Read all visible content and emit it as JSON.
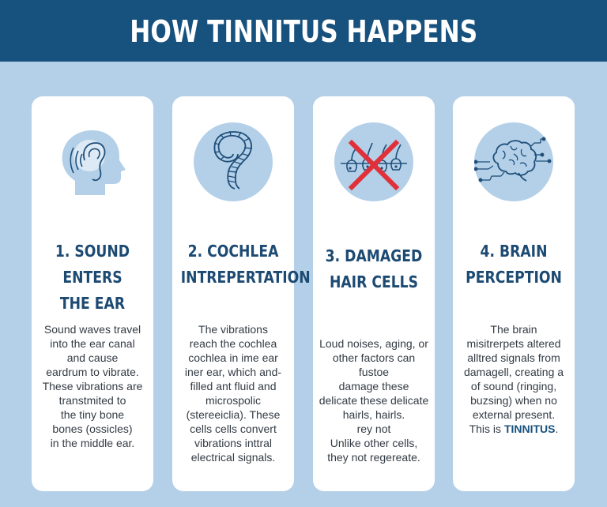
{
  "header": {
    "title": "HOW TINNITUS HAPPENS"
  },
  "colors": {
    "header_bg": "#17517e",
    "page_bg": "#b4d0e8",
    "card_bg": "#ffffff",
    "heading": "#1c4a72",
    "icon_circle": "#b4d0e8",
    "icon_stroke": "#1f4f7a",
    "cross": "#e0313b"
  },
  "cards": [
    {
      "icon": "head-ear-icon",
      "heading_lines": [
        "1. SOUND",
        "ENTERS",
        "THE EAR"
      ],
      "body_lines": [
        "Sound waves travel",
        "into the ear canal",
        "and cause",
        "eardrum to vibrate.",
        "These vibrations are",
        "transtmited to",
        "the tiny bone",
        "bones (ossicles)",
        "in the middle ear."
      ]
    },
    {
      "icon": "cochlea-icon",
      "heading_lines": [
        "2. COCHLEA",
        "INTREPERTATION"
      ],
      "body_lines": [
        "The vibrations",
        "reach the cochlea",
        "cochlea in ime ear",
        "iner ear, which and-",
        "filled ant fluid and",
        "microspolic",
        "(stereeiclia). These",
        "cells cells convert",
        "vibrations inttral",
        "electrical signals."
      ]
    },
    {
      "icon": "damaged-hair-cells-icon",
      "heading_lines": [
        "3. DAMAGED",
        "HAIR CELLS"
      ],
      "body_lines": [
        "Loud noises, aging, or",
        "other factors can",
        "fustoe",
        "damage these",
        "delicate these delicate",
        "hairls, hairls.",
        "rey not",
        "Unlike other cells,",
        "they not regereate."
      ]
    },
    {
      "icon": "brain-signals-icon",
      "heading_lines": [
        "4. BRAIN",
        "PERCEPTION"
      ],
      "body_lines": [
        "The brain",
        "misitrerpets altered",
        "alltred signals from",
        "damagell, creating a",
        "of sound (ringing,",
        "buzsing) when no",
        "external present."
      ],
      "final_prefix": "This is ",
      "final_strong": "TINNITUS",
      "final_suffix": "."
    }
  ]
}
